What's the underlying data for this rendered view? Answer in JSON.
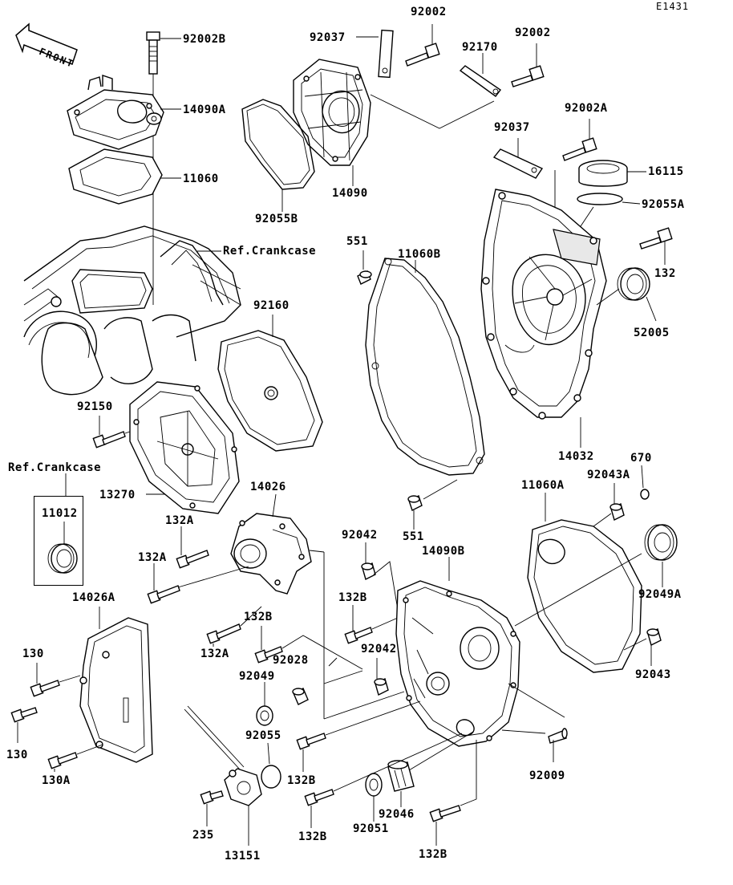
{
  "diagram_code": "E1431",
  "front_label": "FRONT",
  "labels": {
    "p92002B": "92002B",
    "p14090A": "14090A",
    "p11060": "11060",
    "refCrankcaseTop": "Ref.Crankcase",
    "p92037a": "92037",
    "p92002a": "92002",
    "p92170": "92170",
    "p92002b": "92002",
    "p14090": "14090",
    "p92055B": "92055B",
    "p92037b": "92037",
    "p92002A": "92002A",
    "p16115": "16115",
    "p92055A": "92055A",
    "p132": "132",
    "p52005": "52005",
    "p551a": "551",
    "p11060B": "11060B",
    "p92160": "92160",
    "p92150": "92150",
    "refCrankcaseLeft": "Ref.Crankcase",
    "p11012": "11012",
    "p13270": "13270",
    "p14026": "14026",
    "p14032": "14032",
    "p670": "670",
    "p92043A": "92043A",
    "p11060A": "11060A",
    "p551b": "551",
    "p132Aa": "132A",
    "p132Ab": "132A",
    "p14026A": "14026A",
    "p92042a": "92042",
    "p14090B": "14090B",
    "p92049A": "92049A",
    "p132Ba": "132B",
    "p132Bb": "132B",
    "p132Ac": "132A",
    "p92028": "92028",
    "p92042b": "92042",
    "p92043": "92043",
    "p130a": "130",
    "p130b": "130",
    "p92049": "92049",
    "p92055": "92055",
    "p130A": "130A",
    "p132Bc": "132B",
    "p92009": "92009",
    "p92046": "92046",
    "p235": "235",
    "p132Bd": "132B",
    "p92051": "92051",
    "p132Be": "132B",
    "p13151": "13151"
  }
}
